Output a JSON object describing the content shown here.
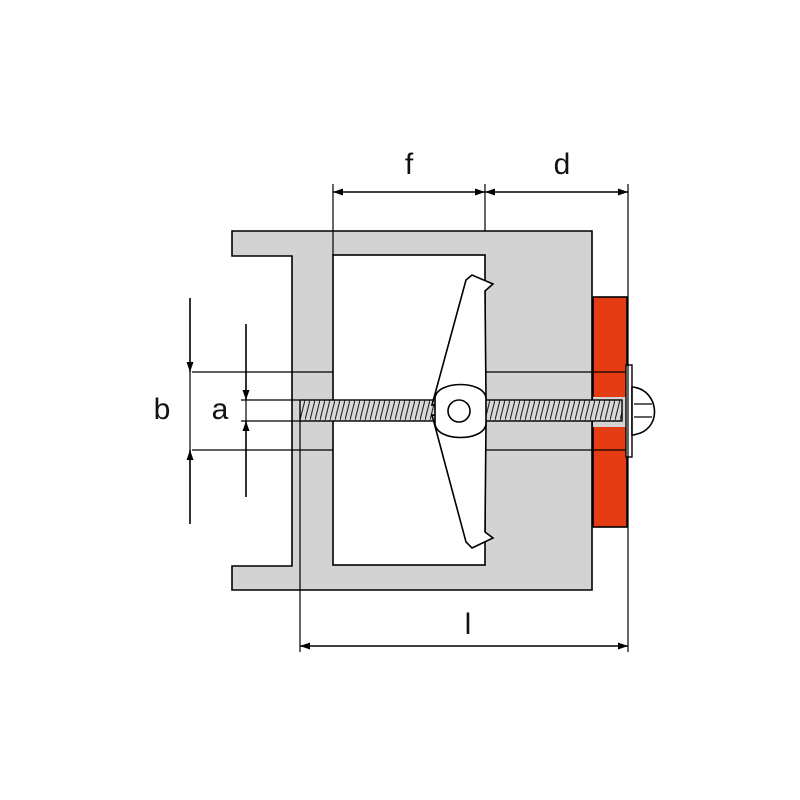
{
  "labels": {
    "f": "f",
    "d": "d",
    "b": "b",
    "a": "a",
    "l": "l"
  },
  "colors": {
    "background": "#ffffff",
    "profile": "#d3d3d3",
    "outline": "#000000",
    "fixture": "#e63c14",
    "bolt": "#d8d8d8"
  }
}
